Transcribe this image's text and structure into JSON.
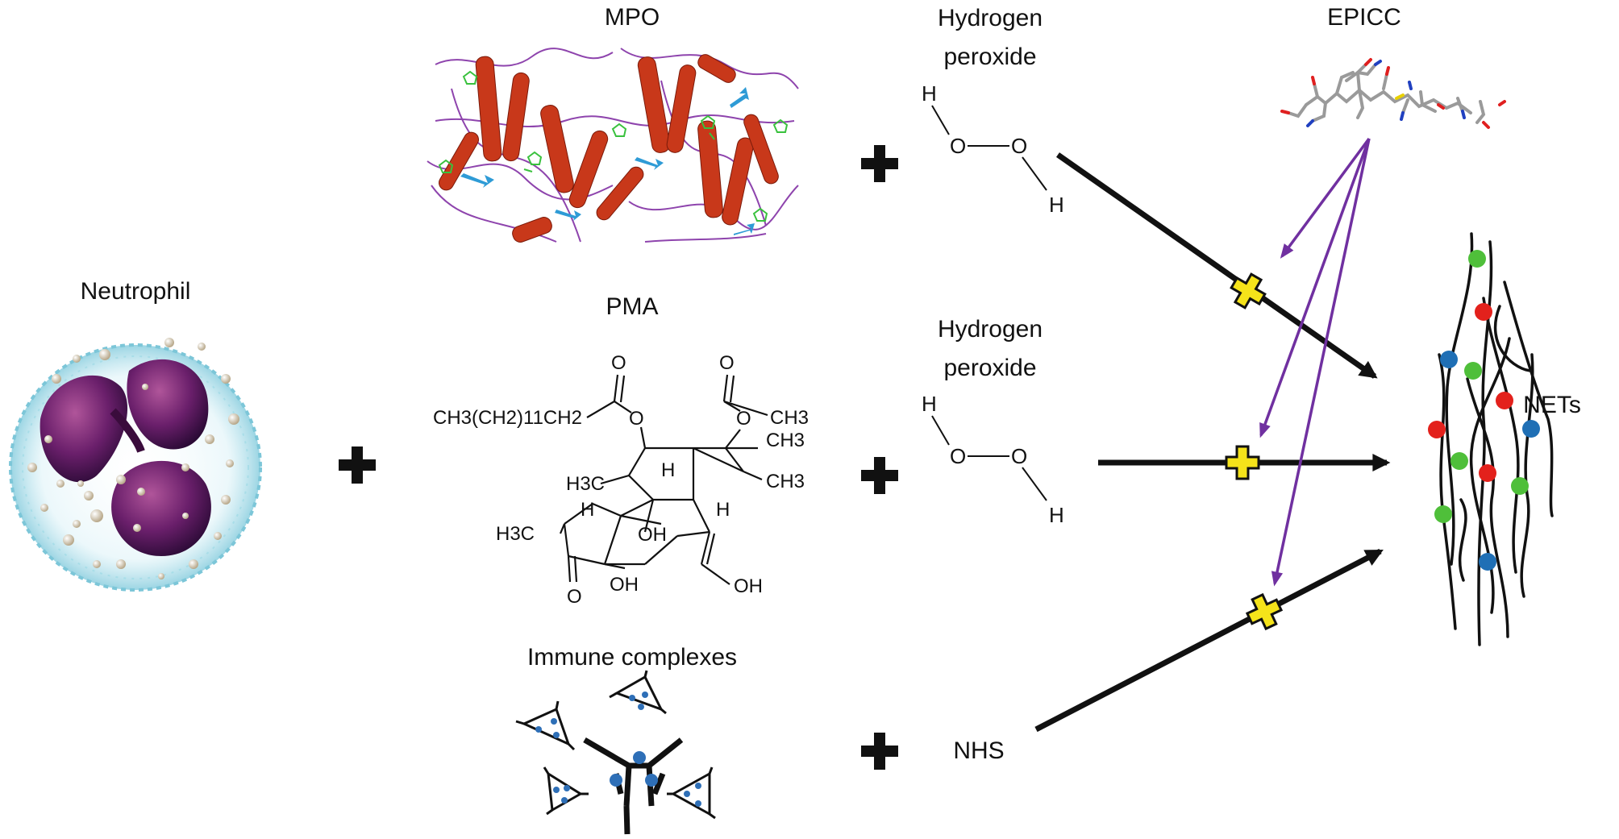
{
  "labels": {
    "neutrophil": "Neutrophil",
    "mpo": "MPO",
    "pma": "PMA",
    "immune_complexes": "Immune complexes",
    "h2o2_top_line1": "Hydrogen",
    "h2o2_top_line2": "peroxide",
    "h2o2_mid_line1": "Hydrogen",
    "h2o2_mid_line2": "peroxide",
    "nhs": "NHS",
    "epicc": "EPICC",
    "nets": "NETs"
  },
  "h2o2_atoms": {
    "h": "H",
    "o": "O"
  },
  "pma_structure": {
    "side_chain": "CH3(CH2)11CH2",
    "ch3": "CH3",
    "h3c": "H3C",
    "h": "H",
    "oh": "OH",
    "o": "O"
  },
  "colors": {
    "arrow": "#111111",
    "epicc_arrow": "#7030a0",
    "inhibit_plus": "#f5e31a",
    "helix": "#c8381a",
    "sheet": "#2e9bd6",
    "loop": "#8e44ad",
    "heme": "#39c13d",
    "net_red": "#e3211c",
    "net_green": "#4fbf3a",
    "net_blue": "#1f6fb5",
    "nucleus": "#5a1a5e"
  }
}
